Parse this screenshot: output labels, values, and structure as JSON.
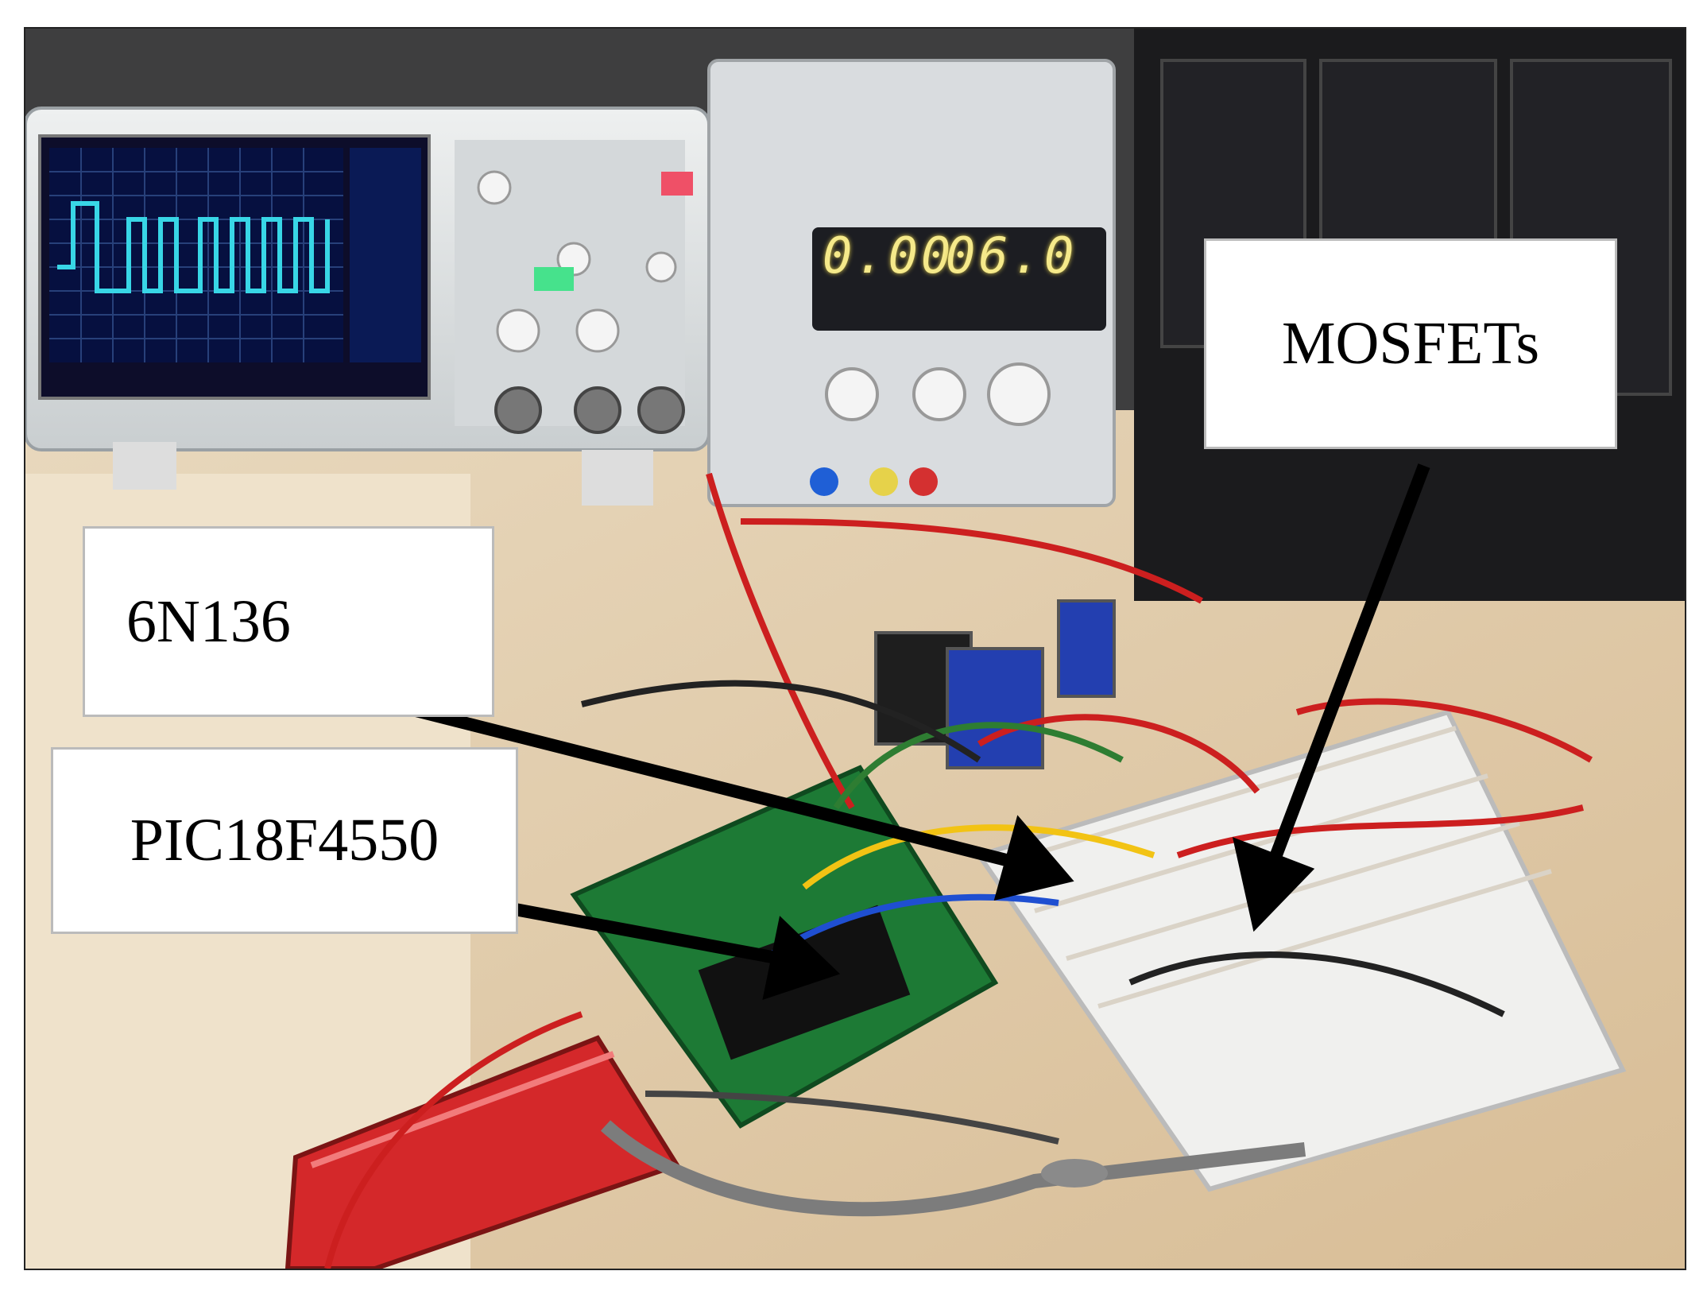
{
  "photo": {
    "description_tag": "lab bench photograph",
    "labels": {
      "mosfets": "MOSFETs",
      "optocoupler": "6N136",
      "microcontroller": "PIC18F4550"
    },
    "psu_display": {
      "left": "0.00",
      "right": "06.0"
    }
  }
}
